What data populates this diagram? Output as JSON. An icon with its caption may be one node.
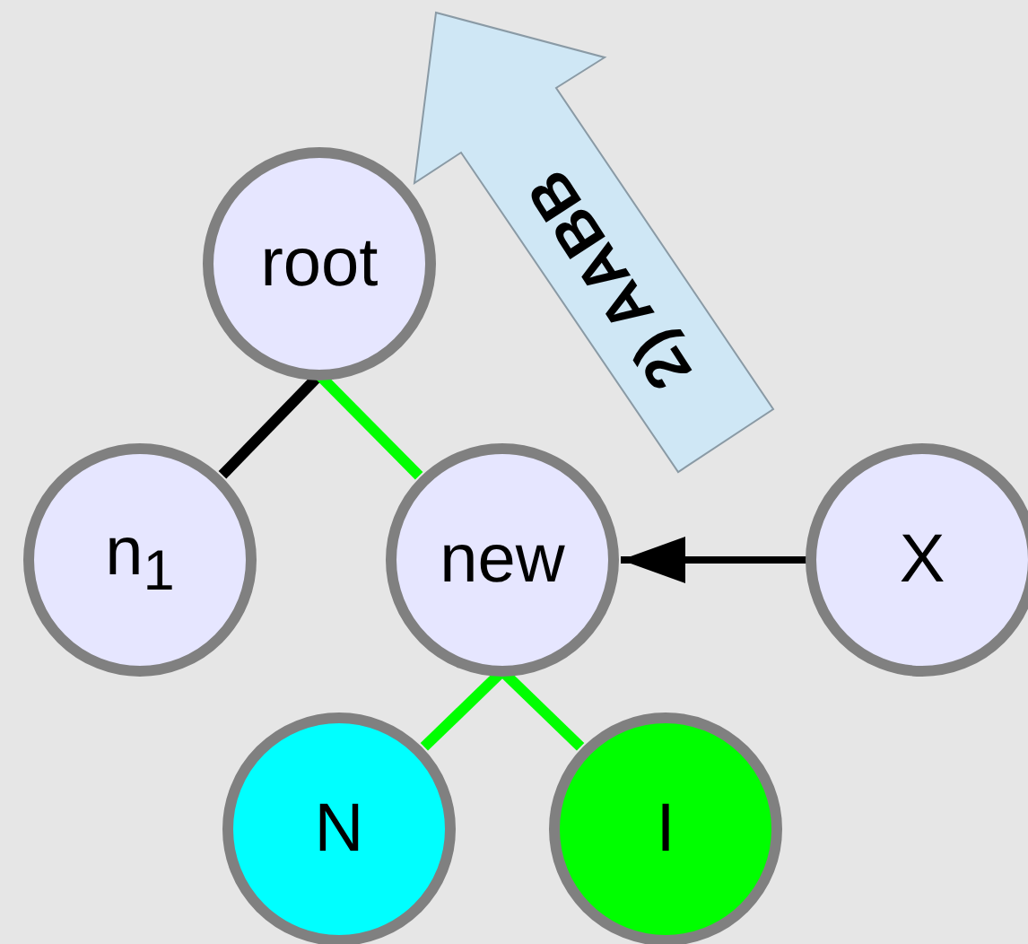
{
  "diagram": {
    "nodes": [
      {
        "text": [
          "root"
        ]
      },
      {
        "text": [
          "n$_{1}$"
        ]
      },
      {
        "text": [
          "new"
        ]
      },
      {
        "text": [
          "X"
        ]
      },
      {
        "text": [
          "N"
        ]
      },
      {
        "text": [
          "I"
        ]
      }
    ],
    "edges": [
      {
        "from": 0,
        "to": 1,
        "arrow": "none",
        "color": "#000000"
      },
      {
        "from": 0,
        "to": 2,
        "arrow": "none"
      },
      {
        "from": 3,
        "to": 2,
        "arrow": "to",
        "color": "#000000"
      },
      {
        "from": 2,
        "to": 4,
        "arrow": "none"
      },
      {
        "from": 2,
        "to": 5,
        "arrow": "none"
      }
    ],
    "labels": [
      "2) AABB"
    ]
  }
}
